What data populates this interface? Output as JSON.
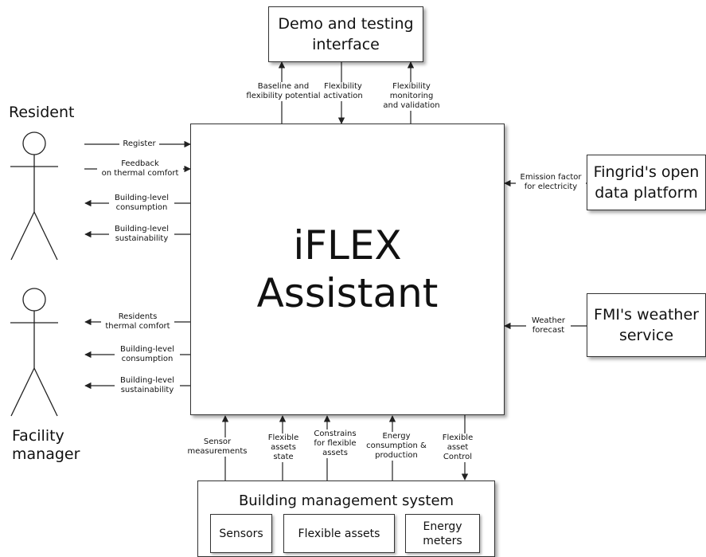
{
  "center": {
    "line1": "iFLEX",
    "line2": "Assistant"
  },
  "demo_box": {
    "title": "Demo and testing\ninterface"
  },
  "fingrid_box": {
    "title": "Fingrid's open\ndata platform"
  },
  "fmi_box": {
    "title": "FMI's weather\nservice"
  },
  "bms": {
    "title": "Building management system",
    "components": [
      "Sensors",
      "Flexible assets",
      "Energy\nmeters"
    ]
  },
  "actors": {
    "resident": "Resident",
    "facility_manager": "Facility\nmanager"
  },
  "top_flows": [
    "Baseline and\nflexibility potential",
    "Flexibility\nactivation",
    "Flexibility\nmonitoring\nand validation"
  ],
  "resident_flows": [
    "Register",
    "Feedback\non thermal comfort",
    "Building-level\nconsumption",
    "Building-level\nsustainability"
  ],
  "manager_flows": [
    "Residents\nthermal comfort",
    "Building-level\nconsumption",
    "Building-level\nsustainability"
  ],
  "right_flows": [
    "Emission factor\nfor electricity",
    "Weather\nforecast"
  ],
  "bottom_flows": [
    "Sensor\nmeasurements",
    "Flexible\nassets\nstate",
    "Constrains\nfor flexible\nassets",
    "Energy\nconsumption &\nproduction",
    "Flexible\nasset\nControl"
  ]
}
